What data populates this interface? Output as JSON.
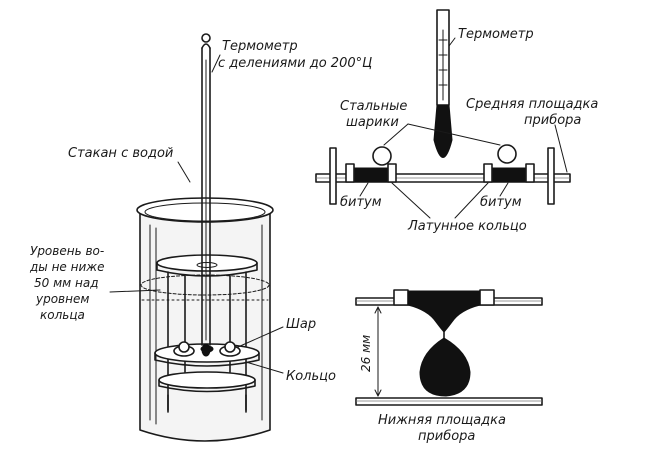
{
  "labels": {
    "thermometer_200": [
      "Термометр",
      "с делениями до 200°Ц"
    ],
    "beaker": "Стакан с водой",
    "water_level": [
      "Уровень во-",
      "ды не ниже",
      "50 мм над",
      "уровнем",
      "кольца"
    ],
    "ball": "Шар",
    "ring": "Кольцо",
    "thermometer": "Термометр",
    "steel_balls": [
      "Стальные",
      "шарики"
    ],
    "middle_plate": [
      "Средняя площадка",
      "прибора"
    ],
    "bitumen_left": "битум",
    "bitumen_right": "битум",
    "brass_ring": "Латунное кольцо",
    "distance": "26 мм",
    "lower_plate": [
      "Нижняя площадка",
      "прибора"
    ]
  }
}
